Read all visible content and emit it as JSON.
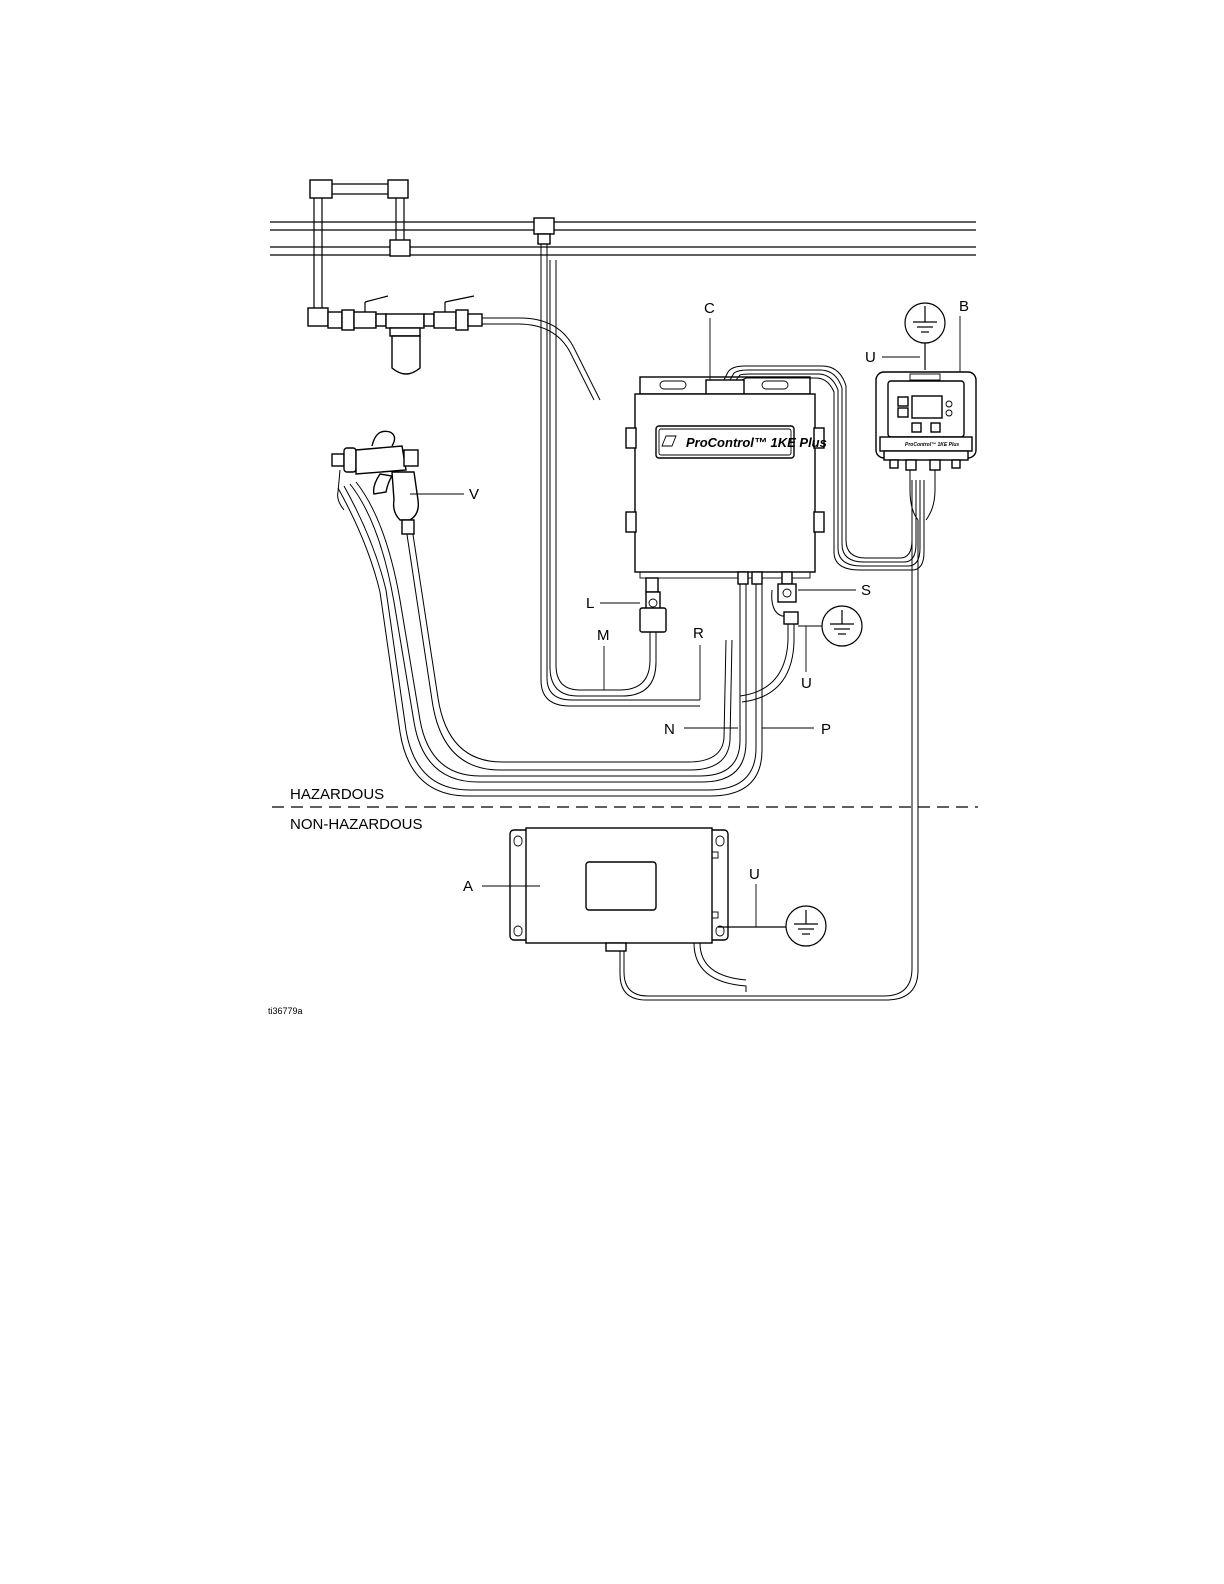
{
  "labels": {
    "A": "A",
    "B": "B",
    "C": "C",
    "L": "L",
    "M": "M",
    "N": "N",
    "P": "P",
    "R": "R",
    "S": "S",
    "U_top": "U",
    "U_mid": "U",
    "U_bottom": "U",
    "V": "V"
  },
  "zones": {
    "hazardous": "HAZARDOUS",
    "non_hazardous": "NON-HAZARDOUS"
  },
  "product_branding": {
    "main_unit": "ProControl™ 1KE Plus",
    "display_unit": "ProControl™ 1KE Plus"
  },
  "figure_id": "ti36779a"
}
